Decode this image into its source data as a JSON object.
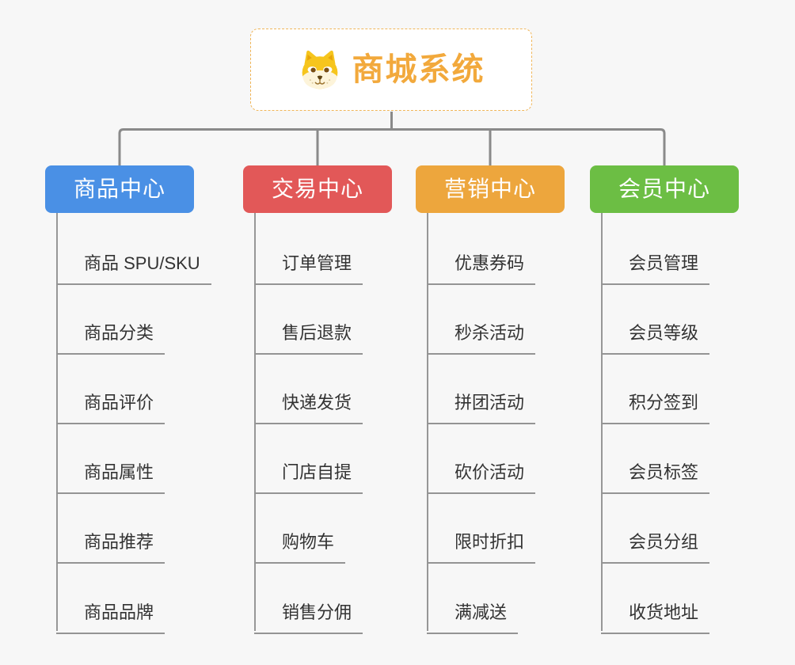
{
  "canvas": {
    "background_color": "#f7f7f7",
    "connector_color": "#8a8a8a",
    "underline_color": "#949494",
    "subtopic_text_color": "#333333"
  },
  "root": {
    "title": "商城系统",
    "icon": "dog-face-icon",
    "text_color": "#f2a93c",
    "border_color": "#f0b65a"
  },
  "branches": [
    {
      "label": "商品中心",
      "color": "#4a90e5",
      "children": [
        "商品 SPU/SKU",
        "商品分类",
        "商品评价",
        "商品属性",
        "商品推荐",
        "商品品牌"
      ]
    },
    {
      "label": "交易中心",
      "color": "#e25858",
      "children": [
        "订单管理",
        "售后退款",
        "快递发货",
        "门店自提",
        "购物车",
        "销售分佣"
      ]
    },
    {
      "label": "营销中心",
      "color": "#eda63d",
      "children": [
        "优惠券码",
        "秒杀活动",
        "拼团活动",
        "砍价活动",
        "限时折扣",
        "满减送"
      ]
    },
    {
      "label": "会员中心",
      "color": "#6cbe44",
      "children": [
        "会员管理",
        "会员等级",
        "积分签到",
        "会员标签",
        "会员分组",
        "收货地址"
      ]
    }
  ]
}
